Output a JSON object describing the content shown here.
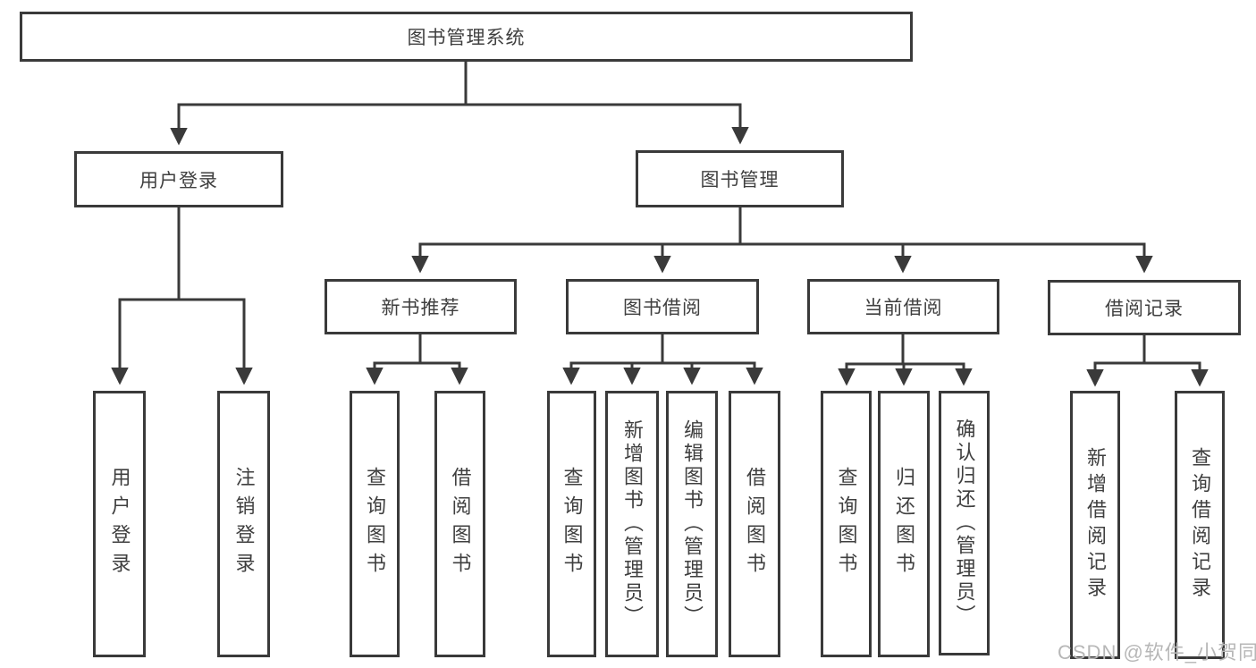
{
  "colors": {
    "line": "#3a3a3a",
    "text": "#3f3f3f",
    "box_bg": "#ffffff",
    "watermark": "#b7b7b7"
  },
  "watermark": "CSDN @软件_小贺同学",
  "tree": {
    "label": "图书管理系统",
    "children": [
      {
        "label": "用户登录",
        "children": [
          {
            "label": "用户登录"
          },
          {
            "label": "注销登录"
          }
        ]
      },
      {
        "label": "图书管理",
        "children": [
          {
            "label": "新书推荐",
            "children": [
              {
                "label": "查询图书"
              },
              {
                "label": "借阅图书"
              }
            ]
          },
          {
            "label": "图书借阅",
            "children": [
              {
                "label": "查询图书"
              },
              {
                "label": "新增图书（管理员）"
              },
              {
                "label": "编辑图书（管理员）"
              },
              {
                "label": "借阅图书"
              }
            ]
          },
          {
            "label": "当前借阅",
            "children": [
              {
                "label": "查询图书"
              },
              {
                "label": "归还图书"
              },
              {
                "label": "确认归还（管理员）"
              }
            ]
          },
          {
            "label": "借阅记录",
            "children": [
              {
                "label": "新增借阅记录"
              },
              {
                "label": "查询借阅记录"
              }
            ]
          }
        ]
      }
    ]
  }
}
